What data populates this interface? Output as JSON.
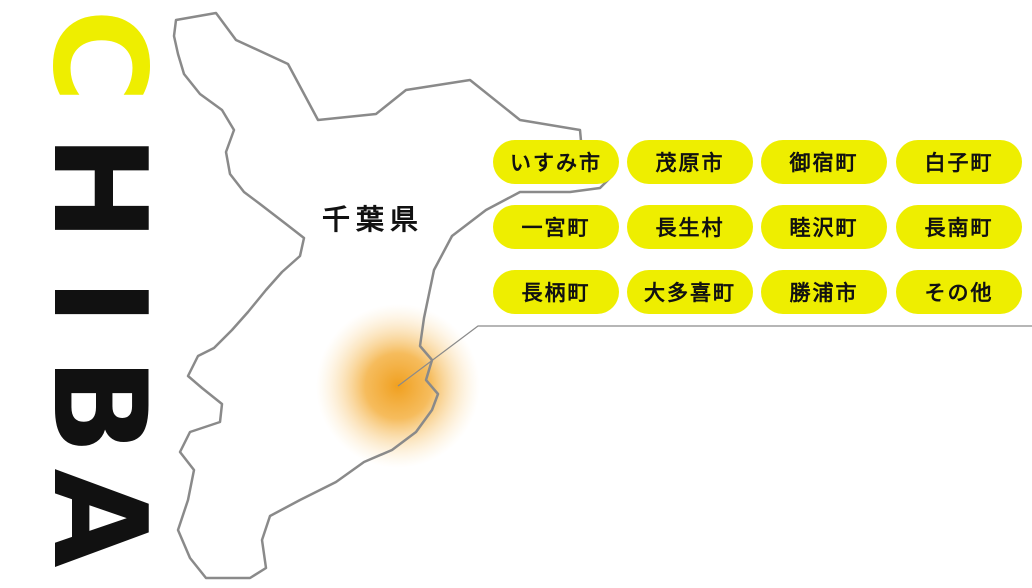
{
  "brand": {
    "letters": [
      "C",
      "H",
      "I",
      "B",
      "A"
    ],
    "accent_color": "#eeee00",
    "ink_color": "#111111"
  },
  "map": {
    "prefecture_label": "千葉県",
    "outline_color": "#8a8a8a",
    "highlight_color": "#f0a020"
  },
  "municipalities": [
    "いすみ市",
    "茂原市",
    "御宿町",
    "白子町",
    "一宮町",
    "長生村",
    "睦沢町",
    "長南町",
    "長柄町",
    "大多喜町",
    "勝浦市",
    "その他"
  ]
}
